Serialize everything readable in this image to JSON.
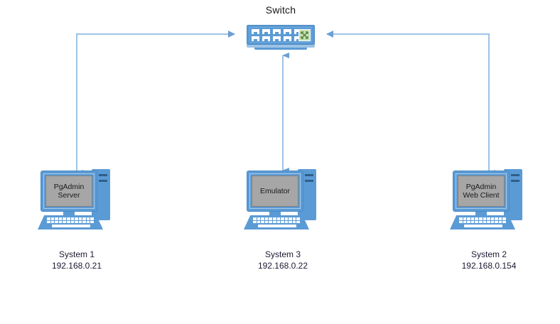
{
  "diagram": {
    "title_node": {
      "label": "Switch",
      "icon": "network-switch-icon",
      "port_count": 10,
      "led_icon": "crossing-arrows-icon"
    },
    "colors": {
      "device_blue": "#5B9BD5",
      "line_blue": "#9DC3E6",
      "screen_gray": "#A6A6A6",
      "led_green": "#C5E0B4",
      "led_symbol_green": "#548235",
      "label_text": "#1A1A33",
      "background": "#FFFFFF"
    },
    "nodes": [
      {
        "screen_text": "PgAdmin\nServer",
        "name": "System 1",
        "ip": "192.168.0.21",
        "icon": "desktop-computer-icon"
      },
      {
        "screen_text": "Emulator",
        "name": "System 3",
        "ip": "192.168.0.22",
        "icon": "desktop-computer-icon"
      },
      {
        "screen_text": "PgAdmin\nWeb Client",
        "name": "System 2",
        "ip": "192.168.0.154",
        "icon": "desktop-computer-icon"
      }
    ],
    "connections": [
      {
        "from": "Switch",
        "to": "System 1",
        "direction": "one-way"
      },
      {
        "from": "Switch",
        "to": "System 3",
        "direction": "two-way"
      },
      {
        "from": "Switch",
        "to": "System 2",
        "direction": "one-way"
      }
    ]
  }
}
